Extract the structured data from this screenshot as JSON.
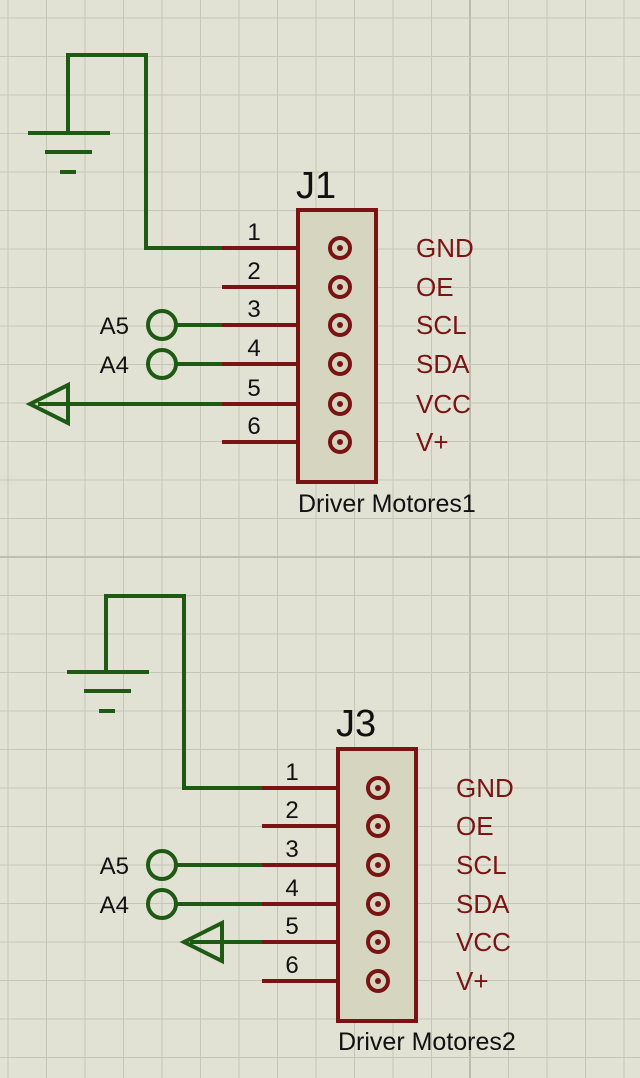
{
  "colors": {
    "background": "#e1e1d4",
    "grid_minor": "#c6c6b8",
    "grid_major": "#b3b3a5",
    "wire": "#1e5a14",
    "component": "#7a1414",
    "body_fill": "#d6d5c0",
    "label_text": "#111111"
  },
  "connectors": [
    {
      "ref": "J1",
      "name": "Driver Motores1",
      "pin_numbers": [
        "1",
        "2",
        "3",
        "4",
        "5",
        "6"
      ],
      "pin_names": [
        "GND",
        "OE",
        "SCL",
        "SDA",
        "VCC",
        "V+"
      ],
      "terminal_labels": {
        "pin3": "A5",
        "pin4": "A4"
      }
    },
    {
      "ref": "J3",
      "name": "Driver Motores2",
      "pin_numbers": [
        "1",
        "2",
        "3",
        "4",
        "5",
        "6"
      ],
      "pin_names": [
        "GND",
        "OE",
        "SCL",
        "SDA",
        "VCC",
        "V+"
      ],
      "terminal_labels": {
        "pin3": "A5",
        "pin4": "A4"
      }
    }
  ]
}
